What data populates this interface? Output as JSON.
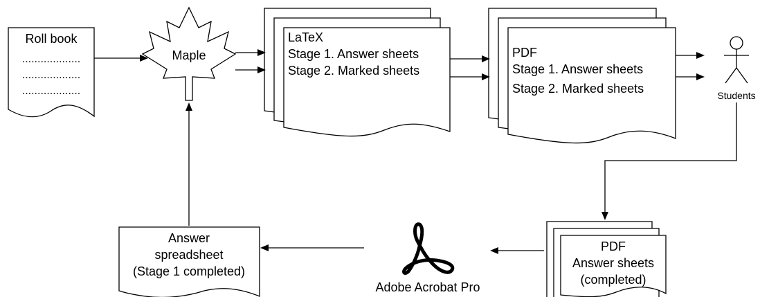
{
  "roll_book": {
    "title": "Roll book",
    "lines": [
      "...................",
      "...................",
      "..................."
    ]
  },
  "maple": {
    "label": "Maple"
  },
  "latex_doc": {
    "lines": [
      "LaTeX",
      "Stage 1. Answer sheets",
      "Stage 2. Marked sheets"
    ]
  },
  "pdf_doc": {
    "lines": [
      "PDF",
      "Stage 1. Answer sheets",
      "Stage 2. Marked sheets"
    ]
  },
  "students": {
    "label": "Students"
  },
  "completed_pdf": {
    "lines": [
      "PDF",
      "Answer sheets",
      "(completed)"
    ]
  },
  "acrobat": {
    "label": "Adobe Acrobat Pro"
  },
  "answer_spreadsheet": {
    "lines": [
      "Answer",
      "spreadsheet",
      "(Stage 1 completed)"
    ]
  }
}
